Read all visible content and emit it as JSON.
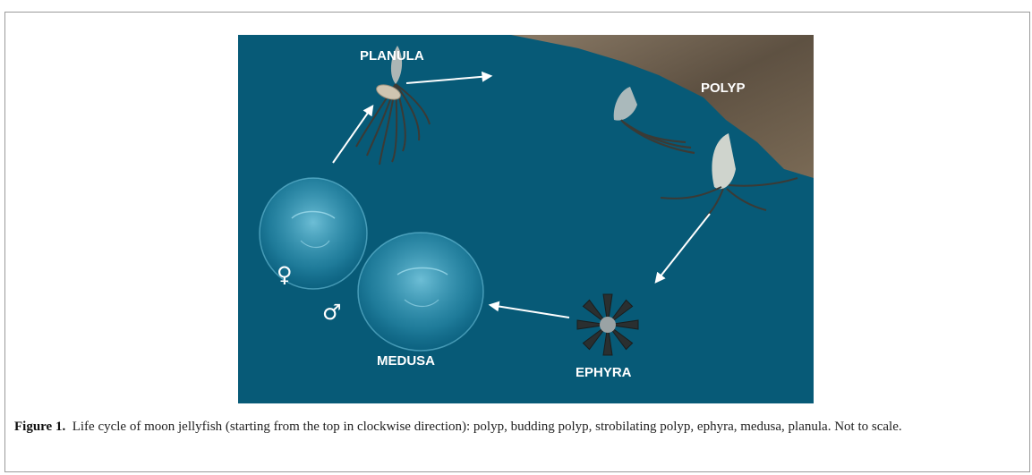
{
  "figure": {
    "labels": {
      "planula": "PLANULA",
      "polyp": "POLYP",
      "ephyra": "EPHYRA",
      "medusa": "MEDUSA",
      "female_symbol": "♀",
      "male_symbol": "♂"
    },
    "caption": {
      "label": "Figure 1.",
      "text": "Life cycle of moon jellyfish (starting from the top in clockwise direction): polyp, budding polyp, strobilating polyp, ephyra, medusa, planula. Not to scale."
    }
  },
  "colors": {
    "water": "#075a77",
    "rock": "#6f5f4d",
    "label": "#ffffff"
  }
}
